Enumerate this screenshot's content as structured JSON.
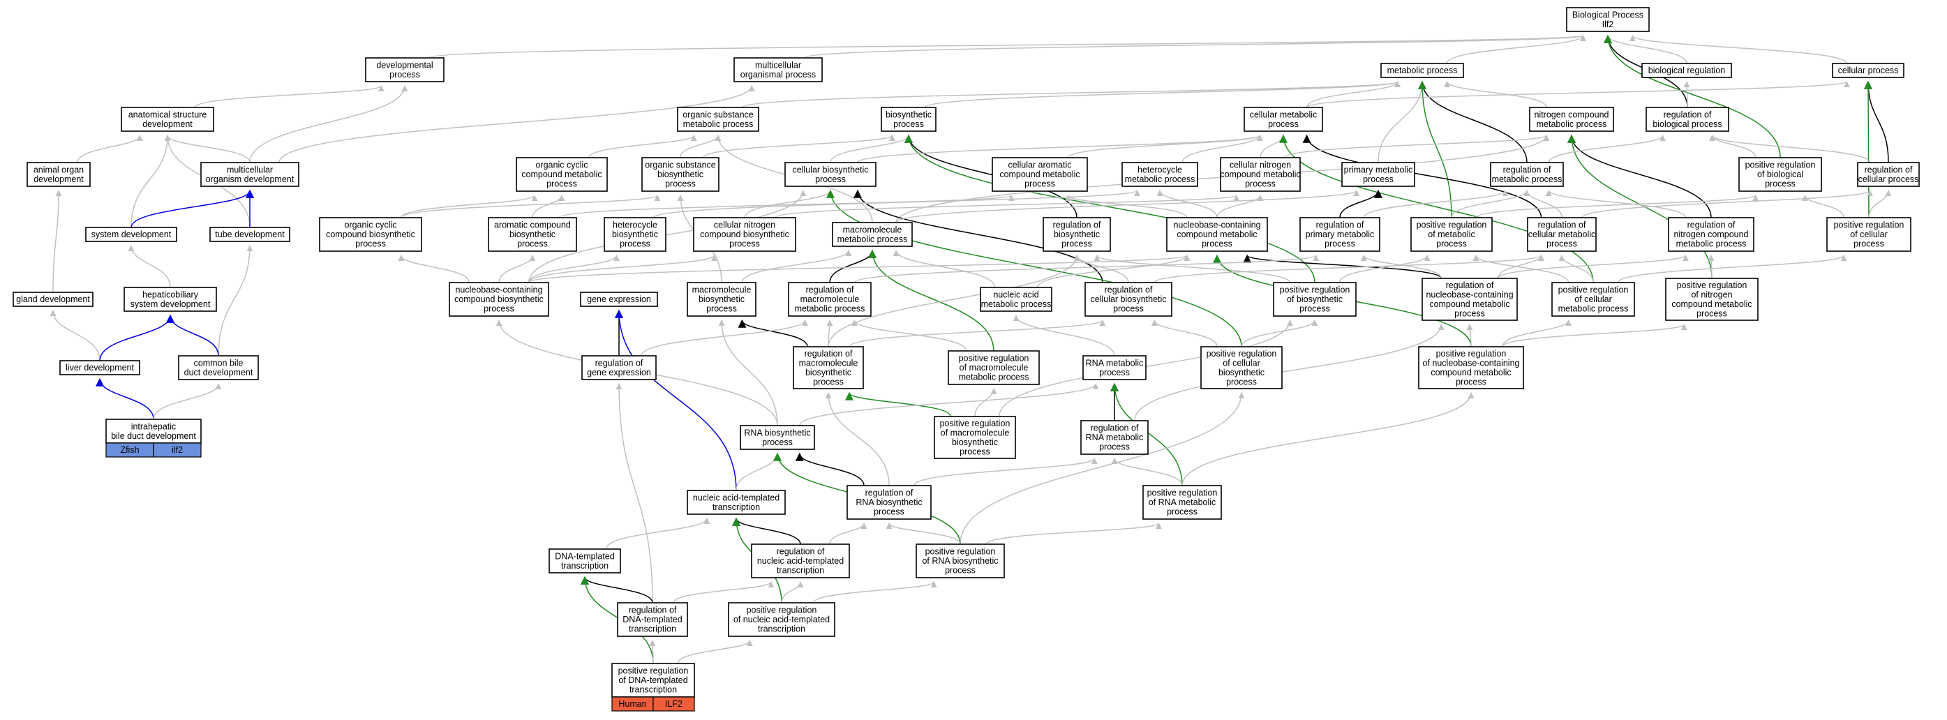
{
  "colors": {
    "gray": "#c0c0c0",
    "black": "#000000",
    "blue": "#0000dd",
    "green": "#228b22",
    "blue_tag": "#6a8fdc",
    "red_tag": "#ee5e3c"
  },
  "nodes": [
    {
      "id": "n1",
      "label": "Biological Process\nIlf2"
    },
    {
      "id": "n2",
      "label": "developmental\nprocess"
    },
    {
      "id": "n3",
      "label": "multicellular\norganismal process"
    },
    {
      "id": "n4",
      "label": "metabolic process"
    },
    {
      "id": "n5",
      "label": "biological regulation"
    },
    {
      "id": "n6",
      "label": "cellular process"
    },
    {
      "id": "n7",
      "label": "anatomical structure\ndevelopment"
    },
    {
      "id": "n8",
      "label": "organic substance\nmetabolic process"
    },
    {
      "id": "n9",
      "label": "biosynthetic\nprocess"
    },
    {
      "id": "n10",
      "label": "cellular metabolic\nprocess"
    },
    {
      "id": "n11",
      "label": "nitrogen compound\nmetabolic process"
    },
    {
      "id": "n12",
      "label": "regulation of\nbiological process"
    },
    {
      "id": "n13",
      "label": "animal organ\ndevelopment"
    },
    {
      "id": "n14",
      "label": "multicellular\norganism development"
    },
    {
      "id": "n15",
      "label": "organic cyclic\ncompound metabolic\nprocess"
    },
    {
      "id": "n16",
      "label": "organic substance\nbiosynthetic\nprocess"
    },
    {
      "id": "n17",
      "label": "cellular biosynthetic\nprocess"
    },
    {
      "id": "n18",
      "label": "cellular aromatic\ncompound metabolic\nprocess"
    },
    {
      "id": "n19",
      "label": "heterocycle\nmetabolic process"
    },
    {
      "id": "n20",
      "label": "cellular nitrogen\ncompound metabolic\nprocess"
    },
    {
      "id": "n21",
      "label": "primary metabolic\nprocess"
    },
    {
      "id": "n22",
      "label": "regulation of\nmetabolic process"
    },
    {
      "id": "n23",
      "label": "positive regulation\nof biological\nprocess"
    },
    {
      "id": "n24",
      "label": "regulation of\ncellular process"
    },
    {
      "id": "n25",
      "label": "system development"
    },
    {
      "id": "n26",
      "label": "tube development"
    },
    {
      "id": "n27",
      "label": "organic cyclic\ncompound biosynthetic\nprocess"
    },
    {
      "id": "n28",
      "label": "aromatic compound\nbiosynthetic\nprocess"
    },
    {
      "id": "n29",
      "label": "heterocycle\nbiosynthetic\nprocess"
    },
    {
      "id": "n30",
      "label": "cellular nitrogen\ncompound biosynthetic\nprocess"
    },
    {
      "id": "n31",
      "label": "macromolecule\nmetabolic process"
    },
    {
      "id": "n32",
      "label": "regulation of\nbiosynthetic\nprocess"
    },
    {
      "id": "n33",
      "label": "nucleobase-containing\ncompound metabolic\nprocess"
    },
    {
      "id": "n34",
      "label": "regulation of\nprimary metabolic\nprocess"
    },
    {
      "id": "n35",
      "label": "positive regulation\nof metabolic\nprocess"
    },
    {
      "id": "n36",
      "label": "regulation of\ncellular metabolic\nprocess"
    },
    {
      "id": "n37",
      "label": "regulation of\nnitrogen compound\nmetabolic process"
    },
    {
      "id": "n38",
      "label": "positive regulation\nof cellular\nprocess"
    },
    {
      "id": "n39",
      "label": "gland development"
    },
    {
      "id": "n40",
      "label": "hepaticobiliary\nsystem development"
    },
    {
      "id": "n41",
      "label": "nucleobase-containing\ncompound biosynthetic\nprocess"
    },
    {
      "id": "n42",
      "label": "gene expression"
    },
    {
      "id": "n43",
      "label": "macromolecule\nbiosynthetic\nprocess"
    },
    {
      "id": "n44",
      "label": "regulation of\nmacromolecule\nmetabolic process"
    },
    {
      "id": "n45",
      "label": "nucleic acid\nmetabolic process"
    },
    {
      "id": "n46",
      "label": "regulation of\ncellular biosynthetic\nprocess"
    },
    {
      "id": "n47",
      "label": "positive regulation\nof biosynthetic\nprocess"
    },
    {
      "id": "n48",
      "label": "regulation of\nnucleobase-containing\ncompound metabolic\nprocess"
    },
    {
      "id": "n49",
      "label": "positive regulation\nof cellular\nmetabolic process"
    },
    {
      "id": "n50",
      "label": "positive regulation\nof nitrogen\ncompound metabolic\nprocess"
    },
    {
      "id": "n51",
      "label": "liver development"
    },
    {
      "id": "n52",
      "label": "common bile\nduct development"
    },
    {
      "id": "n53",
      "label": "regulation of\ngene expression"
    },
    {
      "id": "n54",
      "label": "regulation of\nmacromolecule\nbiosynthetic\nprocess"
    },
    {
      "id": "n55",
      "label": "positive regulation\nof macromolecule\nmetabolic process"
    },
    {
      "id": "n56",
      "label": "RNA metabolic\nprocess"
    },
    {
      "id": "n57",
      "label": "positive regulation\nof cellular\nbiosynthetic\nprocess"
    },
    {
      "id": "n58",
      "label": "positive regulation\nof nucleobase-containing\ncompound metabolic\nprocess"
    },
    {
      "id": "n59",
      "label": "intrahepatic\nbile duct development"
    },
    {
      "id": "n60",
      "label": "RNA biosynthetic\nprocess"
    },
    {
      "id": "n61",
      "label": "positive regulation\nof macromolecule\nbiosynthetic\nprocess"
    },
    {
      "id": "n62",
      "label": "regulation of\nRNA metabolic\nprocess"
    },
    {
      "id": "n63",
      "label": "nucleic acid-templated\ntranscription"
    },
    {
      "id": "n64",
      "label": "regulation of\nRNA biosynthetic\nprocess"
    },
    {
      "id": "n65",
      "label": "positive regulation\nof RNA metabolic\nprocess"
    },
    {
      "id": "n66",
      "label": "DNA-templated\ntranscription"
    },
    {
      "id": "n67",
      "label": "regulation of\nnucleic acid-templated\ntranscription"
    },
    {
      "id": "n68",
      "label": "positive regulation\nof RNA biosynthetic\nprocess"
    },
    {
      "id": "n69",
      "label": "regulation of\nDNA-templated\ntranscription"
    },
    {
      "id": "n70",
      "label": "positive regulation\nof nucleic acid-templated\ntranscription"
    },
    {
      "id": "n71",
      "label": "positive regulation\nof DNA-templated\ntranscription"
    }
  ],
  "tags": {
    "n59": {
      "left": "Zfish",
      "right": "ilf2",
      "color": "blue_tag"
    },
    "n71": {
      "left": "Human",
      "right": "ILF2",
      "color": "red_tag"
    }
  },
  "edges": [
    [
      "n2",
      "n1",
      "gray"
    ],
    [
      "n3",
      "n1",
      "gray"
    ],
    [
      "n4",
      "n1",
      "gray"
    ],
    [
      "n5",
      "n1",
      "gray"
    ],
    [
      "n6",
      "n1",
      "gray"
    ],
    [
      "n12",
      "n1",
      "black"
    ],
    [
      "n23",
      "n1",
      "green"
    ],
    [
      "n7",
      "n2",
      "gray"
    ],
    [
      "n14",
      "n3",
      "gray"
    ],
    [
      "n14",
      "n2",
      "gray"
    ],
    [
      "n8",
      "n4",
      "gray"
    ],
    [
      "n9",
      "n4",
      "gray"
    ],
    [
      "n10",
      "n4",
      "gray"
    ],
    [
      "n11",
      "n4",
      "gray"
    ],
    [
      "n21",
      "n4",
      "gray"
    ],
    [
      "n22",
      "n4",
      "black"
    ],
    [
      "n35",
      "n4",
      "green"
    ],
    [
      "n12",
      "n5",
      "gray"
    ],
    [
      "n10",
      "n6",
      "gray"
    ],
    [
      "n24",
      "n6",
      "black"
    ],
    [
      "n38",
      "n6",
      "green"
    ],
    [
      "n13",
      "n7",
      "gray"
    ],
    [
      "n14",
      "n7",
      "gray"
    ],
    [
      "n25",
      "n7",
      "gray"
    ],
    [
      "n26",
      "n7",
      "gray"
    ],
    [
      "n15",
      "n8",
      "gray"
    ],
    [
      "n16",
      "n8",
      "gray"
    ],
    [
      "n31",
      "n8",
      "gray"
    ],
    [
      "n16",
      "n9",
      "gray"
    ],
    [
      "n17",
      "n9",
      "gray"
    ],
    [
      "n32",
      "n9",
      "black"
    ],
    [
      "n47",
      "n9",
      "green"
    ],
    [
      "n17",
      "n10",
      "gray"
    ],
    [
      "n18",
      "n10",
      "gray"
    ],
    [
      "n19",
      "n10",
      "gray"
    ],
    [
      "n20",
      "n10",
      "gray"
    ],
    [
      "n36",
      "n10",
      "black"
    ],
    [
      "n49",
      "n10",
      "green"
    ],
    [
      "n20",
      "n11",
      "gray"
    ],
    [
      "n31",
      "n11",
      "gray"
    ],
    [
      "n37",
      "n11",
      "black"
    ],
    [
      "n50",
      "n11",
      "green"
    ],
    [
      "n22",
      "n12",
      "gray"
    ],
    [
      "n23",
      "n12",
      "gray"
    ],
    [
      "n24",
      "n12",
      "gray"
    ],
    [
      "n25",
      "n14",
      "blue"
    ],
    [
      "n26",
      "n14",
      "blue"
    ],
    [
      "n27",
      "n15",
      "gray"
    ],
    [
      "n28",
      "n15",
      "gray"
    ],
    [
      "n27",
      "n16",
      "gray"
    ],
    [
      "n43",
      "n16",
      "gray"
    ],
    [
      "n30",
      "n17",
      "gray"
    ],
    [
      "n41",
      "n17",
      "gray"
    ],
    [
      "n46",
      "n17",
      "black"
    ],
    [
      "n57",
      "n17",
      "green"
    ],
    [
      "n28",
      "n18",
      "gray"
    ],
    [
      "n33",
      "n18",
      "gray"
    ],
    [
      "n29",
      "n19",
      "gray"
    ],
    [
      "n33",
      "n19",
      "gray"
    ],
    [
      "n30",
      "n20",
      "gray"
    ],
    [
      "n33",
      "n20",
      "gray"
    ],
    [
      "n34",
      "n21",
      "black"
    ],
    [
      "n31",
      "n21",
      "gray"
    ],
    [
      "n34",
      "n22",
      "gray"
    ],
    [
      "n35",
      "n22",
      "gray"
    ],
    [
      "n36",
      "n22",
      "gray"
    ],
    [
      "n37",
      "n22",
      "gray"
    ],
    [
      "n35",
      "n23",
      "gray"
    ],
    [
      "n38",
      "n23",
      "gray"
    ],
    [
      "n36",
      "n24",
      "gray"
    ],
    [
      "n38",
      "n24",
      "gray"
    ],
    [
      "n40",
      "n25",
      "gray"
    ],
    [
      "n52",
      "n26",
      "gray"
    ],
    [
      "n41",
      "n27",
      "gray"
    ],
    [
      "n41",
      "n28",
      "gray"
    ],
    [
      "n41",
      "n29",
      "gray"
    ],
    [
      "n41",
      "n30",
      "gray"
    ],
    [
      "n43",
      "n31",
      "gray"
    ],
    [
      "n44",
      "n31",
      "black"
    ],
    [
      "n45",
      "n31",
      "gray"
    ],
    [
      "n55",
      "n31",
      "green"
    ],
    [
      "n46",
      "n32",
      "gray"
    ],
    [
      "n47",
      "n32",
      "gray"
    ],
    [
      "n54",
      "n32",
      "gray"
    ],
    [
      "n41",
      "n33",
      "gray"
    ],
    [
      "n45",
      "n33",
      "gray"
    ],
    [
      "n48",
      "n33",
      "black"
    ],
    [
      "n58",
      "n33",
      "green"
    ],
    [
      "n44",
      "n34",
      "gray"
    ],
    [
      "n48",
      "n34",
      "gray"
    ],
    [
      "n49",
      "n35",
      "gray"
    ],
    [
      "n47",
      "n35",
      "gray"
    ],
    [
      "n46",
      "n36",
      "gray"
    ],
    [
      "n48",
      "n36",
      "gray"
    ],
    [
      "n49",
      "n36",
      "gray"
    ],
    [
      "n48",
      "n37",
      "gray"
    ],
    [
      "n50",
      "n37",
      "gray"
    ],
    [
      "n49",
      "n38",
      "gray"
    ],
    [
      "n39",
      "n13",
      "gray"
    ],
    [
      "n51",
      "n39",
      "gray"
    ],
    [
      "n51",
      "n40",
      "blue"
    ],
    [
      "n52",
      "n40",
      "blue"
    ],
    [
      "n60",
      "n41",
      "gray"
    ],
    [
      "n53",
      "n42",
      "black"
    ],
    [
      "n63",
      "n42",
      "blue"
    ],
    [
      "n54",
      "n43",
      "black"
    ],
    [
      "n60",
      "n43",
      "gray"
    ],
    [
      "n53",
      "n44",
      "gray"
    ],
    [
      "n54",
      "n44",
      "gray"
    ],
    [
      "n55",
      "n44",
      "gray"
    ],
    [
      "n56",
      "n45",
      "gray"
    ],
    [
      "n54",
      "n46",
      "gray"
    ],
    [
      "n57",
      "n46",
      "gray"
    ],
    [
      "n57",
      "n47",
      "gray"
    ],
    [
      "n61",
      "n47",
      "gray"
    ],
    [
      "n62",
      "n48",
      "gray"
    ],
    [
      "n58",
      "n48",
      "gray"
    ],
    [
      "n58",
      "n49",
      "gray"
    ],
    [
      "n58",
      "n50",
      "gray"
    ],
    [
      "n59",
      "n51",
      "blue"
    ],
    [
      "n59",
      "n52",
      "gray"
    ],
    [
      "n69",
      "n53",
      "gray"
    ],
    [
      "n64",
      "n54",
      "gray"
    ],
    [
      "n61",
      "n54",
      "green"
    ],
    [
      "n61",
      "n55",
      "gray"
    ],
    [
      "n62",
      "n56",
      "black"
    ],
    [
      "n65",
      "n56",
      "green"
    ],
    [
      "n60",
      "n56",
      "gray"
    ],
    [
      "n68",
      "n57",
      "gray"
    ],
    [
      "n65",
      "n58",
      "gray"
    ],
    [
      "n63",
      "n60",
      "gray"
    ],
    [
      "n64",
      "n60",
      "black"
    ],
    [
      "n68",
      "n60",
      "green"
    ],
    [
      "n64",
      "n62",
      "gray"
    ],
    [
      "n65",
      "n62",
      "gray"
    ],
    [
      "n66",
      "n63",
      "gray"
    ],
    [
      "n67",
      "n63",
      "black"
    ],
    [
      "n70",
      "n63",
      "green"
    ],
    [
      "n67",
      "n64",
      "gray"
    ],
    [
      "n68",
      "n64",
      "gray"
    ],
    [
      "n68",
      "n65",
      "gray"
    ],
    [
      "n69",
      "n66",
      "black"
    ],
    [
      "n71",
      "n66",
      "green"
    ],
    [
      "n69",
      "n67",
      "gray"
    ],
    [
      "n70",
      "n67",
      "gray"
    ],
    [
      "n70",
      "n68",
      "gray"
    ],
    [
      "n71",
      "n69",
      "gray"
    ],
    [
      "n71",
      "n70",
      "gray"
    ]
  ]
}
